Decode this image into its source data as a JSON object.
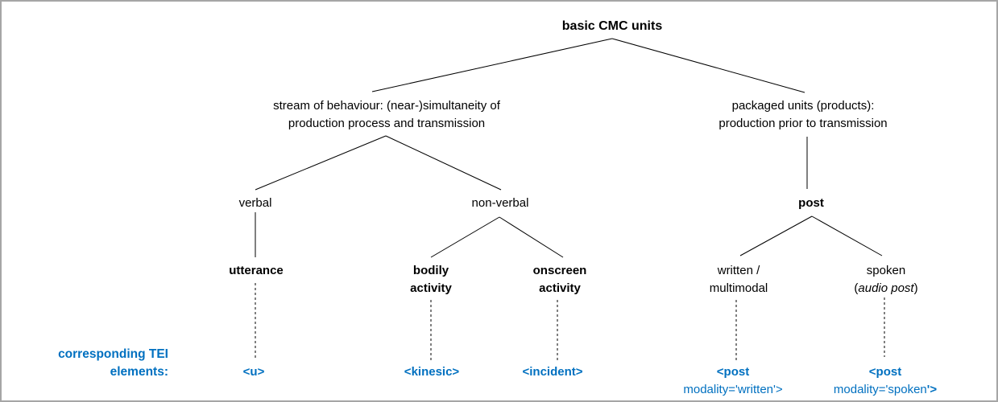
{
  "window": {
    "background": "#ffffff",
    "border_color": "#a6a6a6"
  },
  "tree": {
    "root": "basic CMC units",
    "left_branch": {
      "line1": "stream of behaviour: (near-)simultaneity of",
      "line2": "production process and transmission",
      "verbal": "verbal",
      "nonverbal": "non-verbal",
      "utterance": "utterance",
      "bodily": {
        "line1": "bodily",
        "line2": "activity"
      },
      "onscreen": {
        "line1": "onscreen",
        "line2": "activity"
      }
    },
    "right_branch": {
      "line1": "packaged units (products):",
      "line2": "production prior to transmission",
      "post": "post",
      "written": {
        "line1": "written /",
        "line2": "multimodal"
      },
      "spoken": {
        "line1": "spoken",
        "paren_open": "(",
        "italic": "audio post",
        "paren_close": ")"
      }
    }
  },
  "tei": {
    "color": "#0070C0",
    "caption_line1": "corresponding TEI",
    "caption_line2": "elements:",
    "u": "<u>",
    "kinesic": "<kinesic>",
    "incident": "<incident>",
    "post_written": {
      "line1": "<post",
      "line2": "modality='written'>"
    },
    "post_spoken": {
      "line1": "<post",
      "line2_regular": "modality='spoken",
      "line2_bold": "'>"
    }
  }
}
